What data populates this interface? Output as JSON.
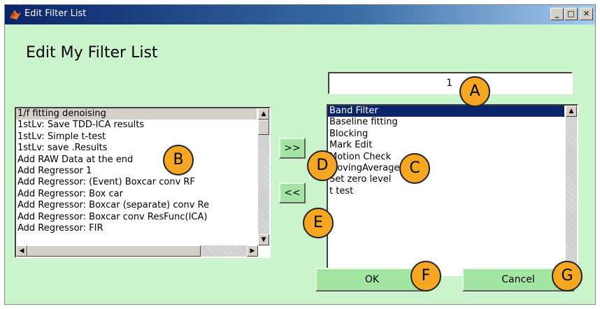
{
  "window": {
    "title": "Edit Filter List",
    "heading": "Edit My Filter List",
    "controls": {
      "minimize": "_",
      "maximize": "□",
      "close": "✕"
    }
  },
  "counter": {
    "value": "1"
  },
  "available_list": {
    "items": [
      "1/f fitting denoising",
      "1stLv: Save TDD-ICA results",
      "1stLv: Simple t-test",
      "1stLv: save .Results",
      "Add RAW Data at the end",
      "Add Regressor 1",
      "Add Regressor: (Event) Boxcar conv RF",
      "Add Regressor: Box car",
      "Add Regressor: Boxcar (separate) conv Re",
      "Add Regressor: Boxcar conv ResFunc(ICA)",
      "Add Regressor: FIR"
    ]
  },
  "selected_list": {
    "items": [
      "Band Filter",
      "Baseline fitting",
      "Blocking",
      "Mark Edit",
      "Motion Check",
      "MovingAverage",
      "Set zero level",
      "t test"
    ]
  },
  "buttons": {
    "add": ">>",
    "remove": "<<",
    "ok": "OK",
    "cancel": "Cancel"
  },
  "callouts": {
    "a": "A",
    "b": "B",
    "c": "C",
    "d": "D",
    "e": "E",
    "f": "F",
    "g": "G"
  },
  "colors": {
    "window_bg": "#ccf4cc",
    "button_bg": "#a3e6a3",
    "selection": "#0a246a",
    "callout": "#f5a623"
  }
}
